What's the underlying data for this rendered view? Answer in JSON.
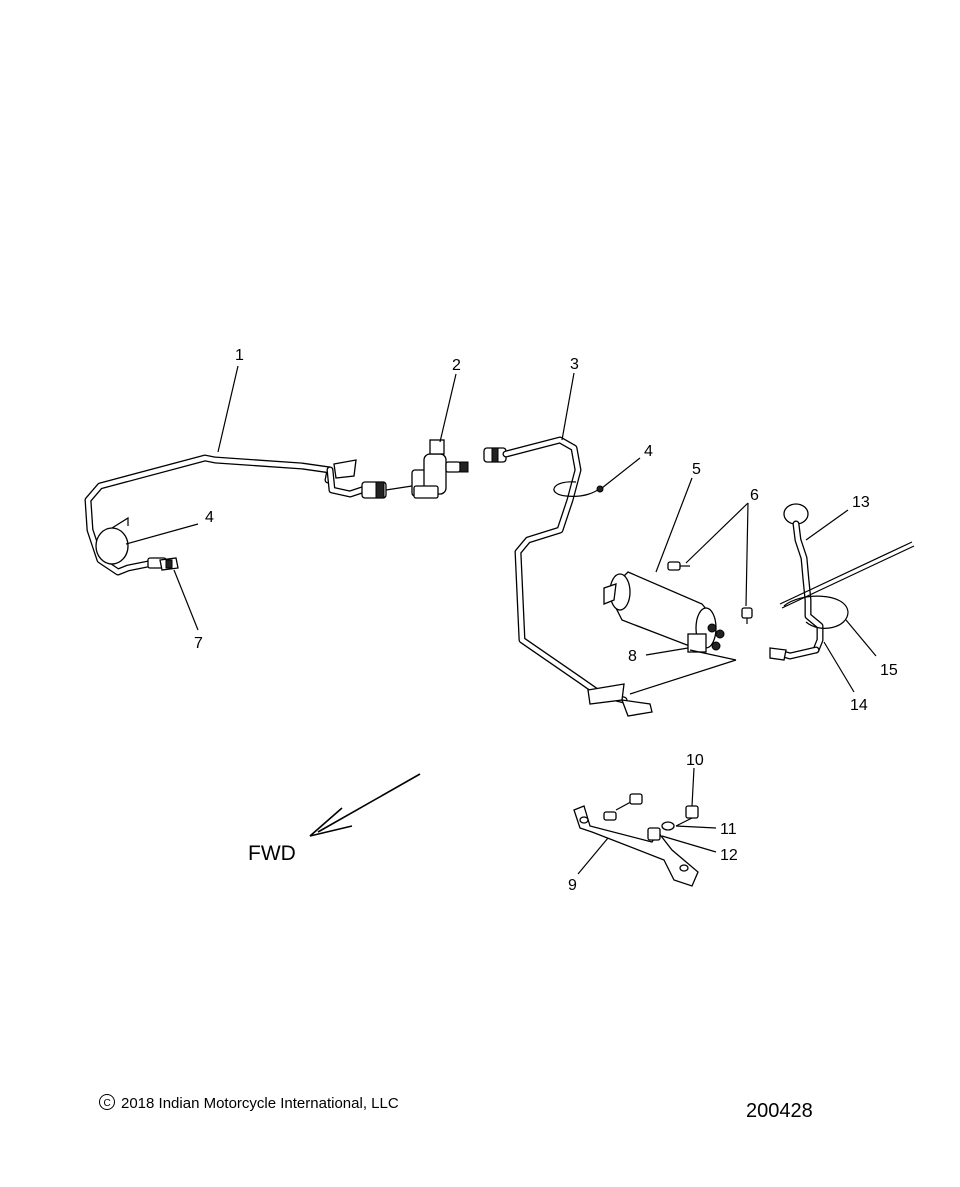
{
  "callouts": [
    {
      "id": "1",
      "label": "1"
    },
    {
      "id": "2",
      "label": "2"
    },
    {
      "id": "3",
      "label": "3"
    },
    {
      "id": "4a",
      "label": "4"
    },
    {
      "id": "4b",
      "label": "4"
    },
    {
      "id": "5",
      "label": "5"
    },
    {
      "id": "6",
      "label": "6"
    },
    {
      "id": "7",
      "label": "7"
    },
    {
      "id": "8",
      "label": "8"
    },
    {
      "id": "9",
      "label": "9"
    },
    {
      "id": "10",
      "label": "10"
    },
    {
      "id": "11",
      "label": "11"
    },
    {
      "id": "12",
      "label": "12"
    },
    {
      "id": "13",
      "label": "13"
    },
    {
      "id": "14",
      "label": "14"
    },
    {
      "id": "15",
      "label": "15"
    }
  ],
  "direction_label": "FWD",
  "footer": {
    "copyright_symbol": "©",
    "copyright_text": "2018 Indian Motorcycle International, LLC",
    "figure_number": "200428"
  }
}
